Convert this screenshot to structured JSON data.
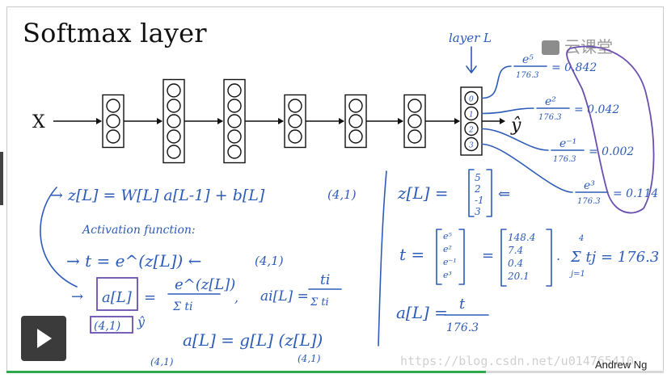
{
  "slide": {
    "title": "Softmax layer",
    "input_label": "X",
    "output_label": "ŷ",
    "layer_annotation": "layer L",
    "layer_sizes": [
      3,
      5,
      5,
      3,
      3,
      3,
      4
    ],
    "softmax_node_labels": [
      "0",
      "1",
      "2",
      "3"
    ]
  },
  "outputs": [
    {
      "num": "e⁵",
      "den": "176.3",
      "value": "0.842"
    },
    {
      "num": "e²",
      "den": "176.3",
      "value": "0.042"
    },
    {
      "num": "e⁻¹",
      "den": "176.3",
      "value": "0.002"
    },
    {
      "num": "e³",
      "den": "176.3",
      "value": "0.114"
    }
  ],
  "notes": {
    "z_eq": "→ z[L] = W[L] a[L-1] + b[L]",
    "z_dim": "(4,1)",
    "activation_title": "Activation function:",
    "t_eq": "→ t = e^(z[L]) ←",
    "t_dim": "(4,1)",
    "a_lhs": "a[L]",
    "a_rhs_num": "e^(z[L])",
    "a_rhs_den": "Σ ti",
    "ai_eq": "ai[L] =",
    "ai_num": "ti",
    "ai_den": "Σ ti",
    "a_dim": "(4,1)",
    "y_hat": "ŷ",
    "g_eq": "a[L] = g[L] (z[L])",
    "g_dim_left": "(4,1)",
    "g_dim_right": "(4,1)"
  },
  "right_notes": {
    "z_label": "z[L] =",
    "z_vector": [
      "5",
      "2",
      "-1",
      "3"
    ],
    "t_label": "t =",
    "t_exp_vector": [
      "e⁵",
      "e²",
      "e⁻¹",
      "e³"
    ],
    "t_values": [
      "148.4",
      "7.4",
      "0.4",
      "20.1"
    ],
    "sum_eq": "Σ tj = 176.3",
    "sum_limits": [
      "4",
      "j=1"
    ],
    "a_label": "a[L] =",
    "a_num": "t",
    "a_den": "176.3"
  },
  "overlay": {
    "watermark": "云课堂",
    "blog_url": "https://blog.csdn.net/u014765410",
    "presenter": "Andrew Ng",
    "progress": 0.73
  },
  "colors": {
    "ink": "#2d5bb8",
    "highlight": "#6a4fb0",
    "progress": "#2fa84f"
  }
}
